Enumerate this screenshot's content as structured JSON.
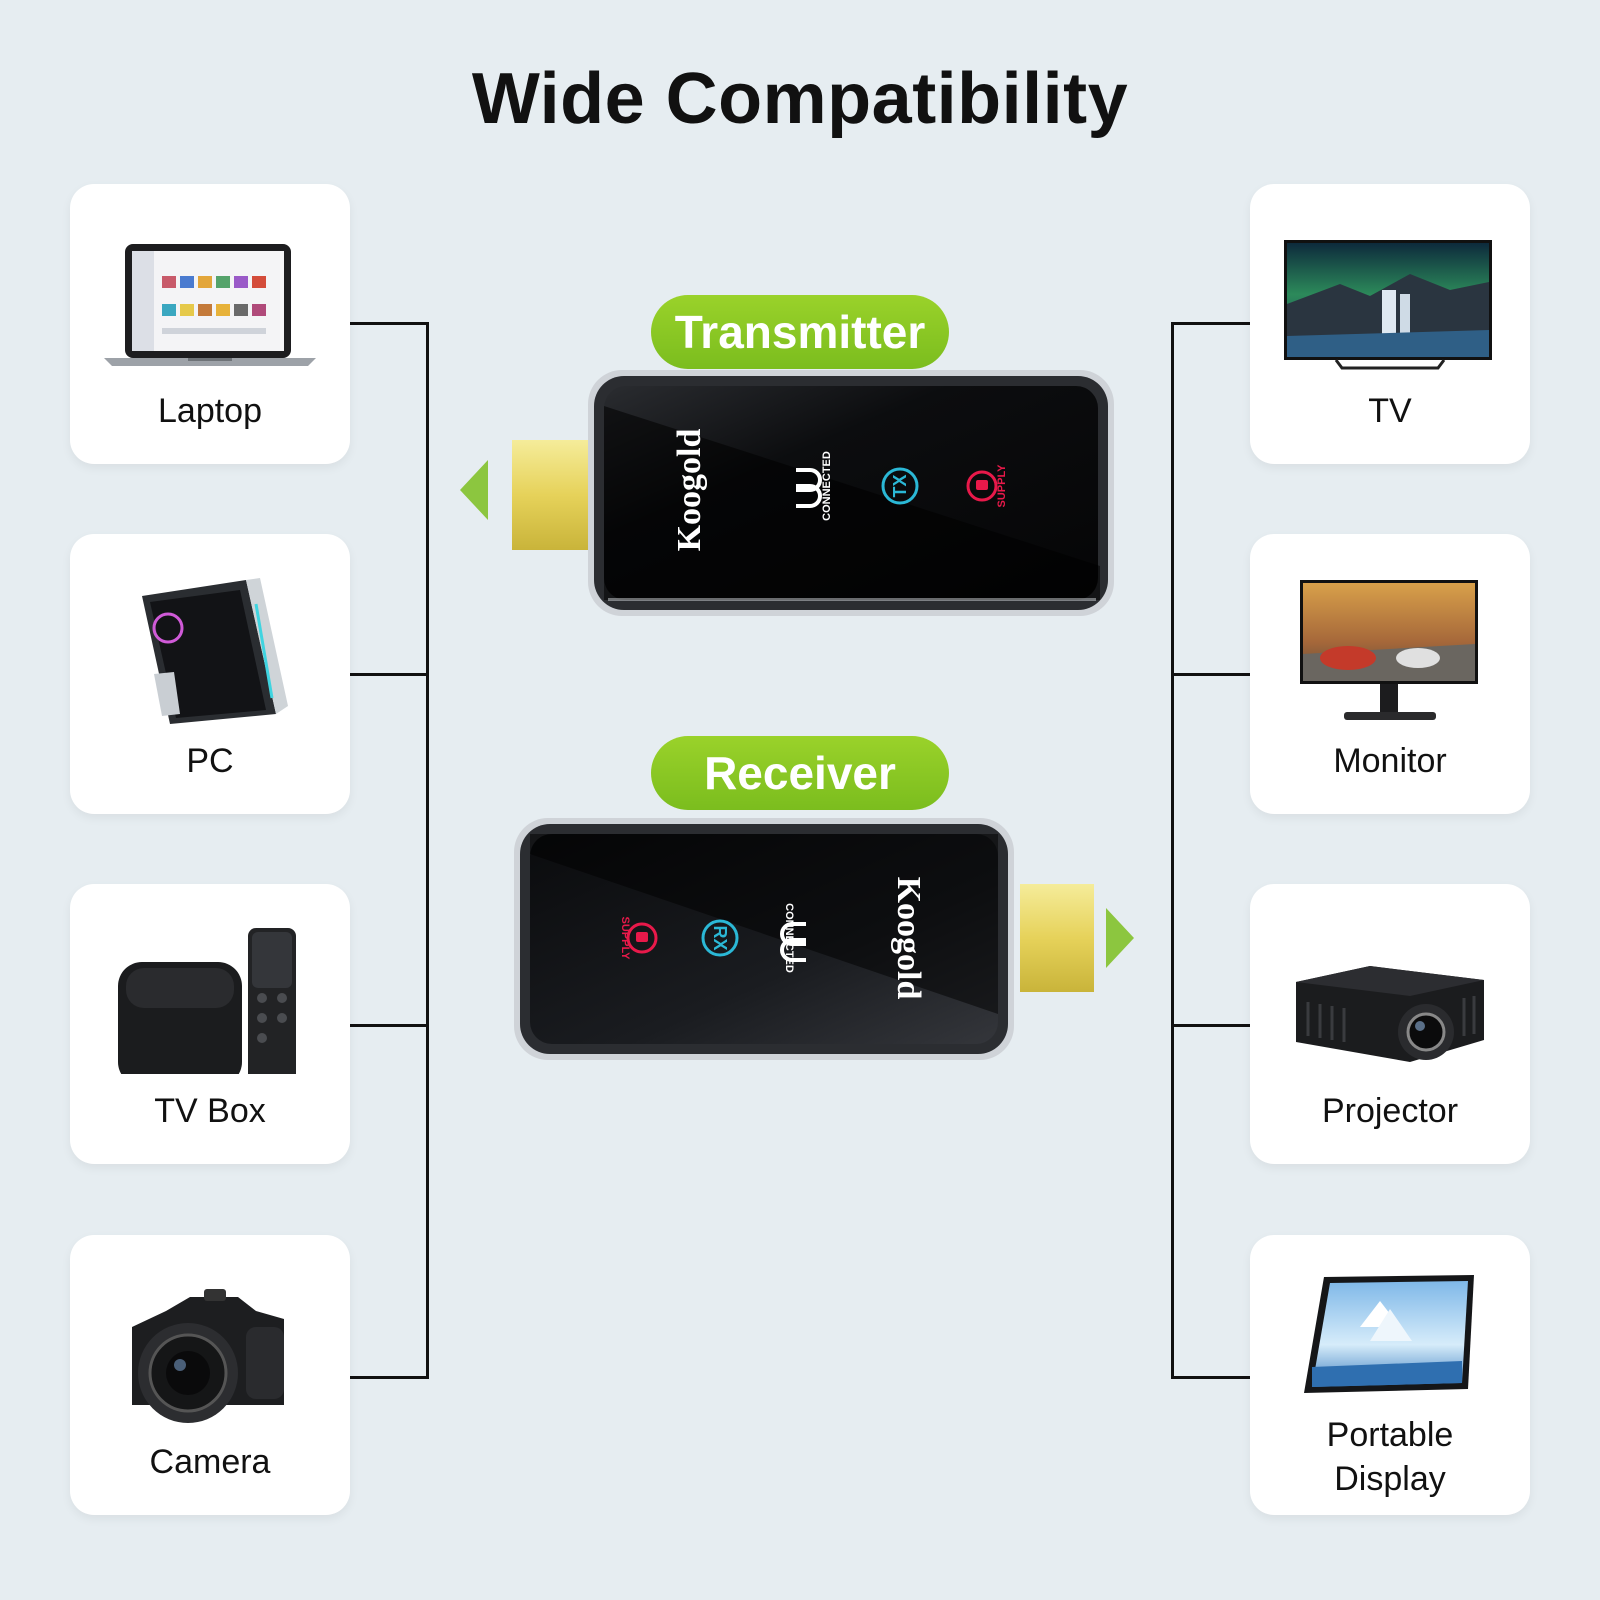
{
  "title": "Wide Compatibility",
  "devices": {
    "transmitter_label": "Transmitter",
    "receiver_label": "Receiver",
    "brand": "Koogold",
    "connected_text": "CONNECTED",
    "tx_text": "TX",
    "rx_text": "RX",
    "supply_text": "SUPPLY"
  },
  "sources": [
    {
      "label": "Laptop",
      "icon": "laptop-icon"
    },
    {
      "label": "PC",
      "icon": "pc-tower-icon"
    },
    {
      "label": "TV Box",
      "icon": "tv-box-icon"
    },
    {
      "label": "Camera",
      "icon": "camera-icon"
    }
  ],
  "displays": [
    {
      "label": "TV",
      "icon": "tv-icon"
    },
    {
      "label": "Monitor",
      "icon": "monitor-icon"
    },
    {
      "label": "Projector",
      "icon": "projector-icon"
    },
    {
      "label": "Portable Display",
      "label_line1": "Portable",
      "label_line2": "Display",
      "icon": "portable-display-icon"
    }
  ],
  "colors": {
    "background": "#e6edf1",
    "accent_green": "#8cc63f",
    "tx_rx_cyan": "#2bb8d6",
    "supply_red": "#e8194a",
    "connector_gold": "#e8d96a"
  }
}
